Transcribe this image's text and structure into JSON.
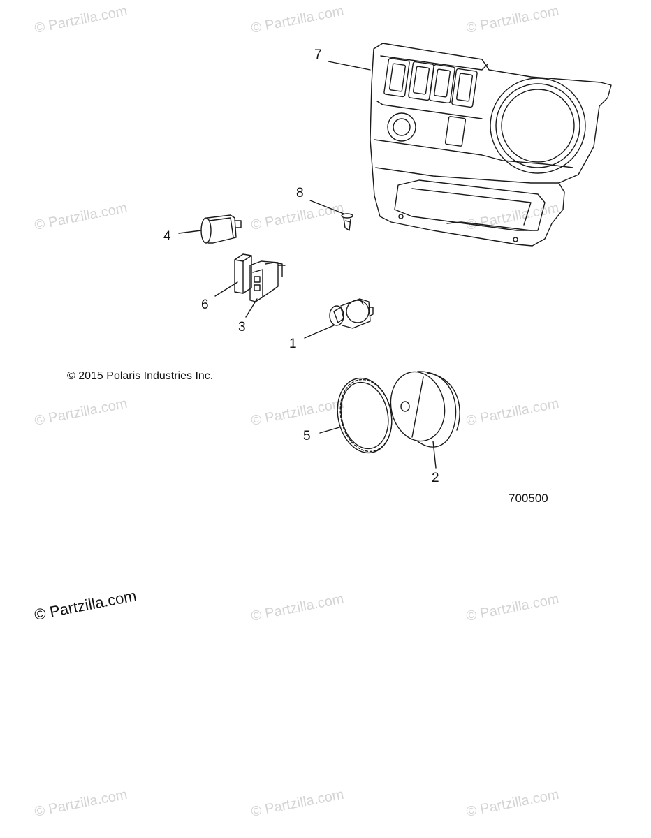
{
  "watermarks": {
    "text": "© Partzilla.com",
    "highlighted_text": "© Partzilla.com"
  },
  "callouts": [
    "1",
    "2",
    "3",
    "4",
    "5",
    "6",
    "7",
    "8"
  ],
  "copyright": "© 2015 Polaris Industries Inc.",
  "drawing_number": "700500",
  "colors": {
    "line": "#1a1a1a",
    "watermark": "#d4d4d4"
  }
}
